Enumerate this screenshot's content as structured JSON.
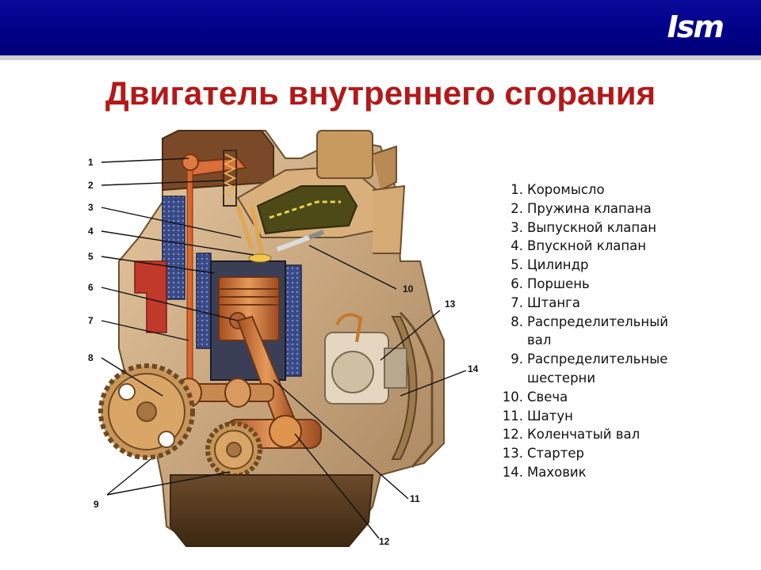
{
  "header": {
    "logo": "Ism"
  },
  "title": "Двигатель внутреннего сгорания",
  "callouts": [
    "1",
    "2",
    "3",
    "4",
    "5",
    "6",
    "7",
    "8",
    "9",
    "10",
    "11",
    "12",
    "13",
    "14"
  ],
  "legend": [
    {
      "num": "1.",
      "line1": "Коромысло",
      "line2": ""
    },
    {
      "num": "2.",
      "line1": "Пружина клапана",
      "line2": ""
    },
    {
      "num": "3.",
      "line1": "Выпускной клапан",
      "line2": ""
    },
    {
      "num": "4.",
      "line1": "Впускной клапан",
      "line2": ""
    },
    {
      "num": "5.",
      "line1": "Цилиндр",
      "line2": ""
    },
    {
      "num": "6.",
      "line1": "Поршень",
      "line2": ""
    },
    {
      "num": "7.",
      "line1": "Штанга",
      "line2": ""
    },
    {
      "num": "8.",
      "line1": "Распределительный",
      "line2": "вал"
    },
    {
      "num": "9.",
      "line1": "Распределительные",
      "line2": "шестерни"
    },
    {
      "num": "10.",
      "line1": "Свеча",
      "line2": ""
    },
    {
      "num": "11.",
      "line1": "Шатун",
      "line2": ""
    },
    {
      "num": "12.",
      "line1": "Коленчатый вал",
      "line2": ""
    },
    {
      "num": "13.",
      "line1": "Стартер",
      "line2": ""
    },
    {
      "num": "14.",
      "line1": "Маховик",
      "line2": ""
    }
  ],
  "colors": {
    "header_bg": "#000086",
    "title": "#b31919",
    "metal": "#c8a27a",
    "copper": "#c86a32",
    "coolant": "#3c4d8a"
  }
}
